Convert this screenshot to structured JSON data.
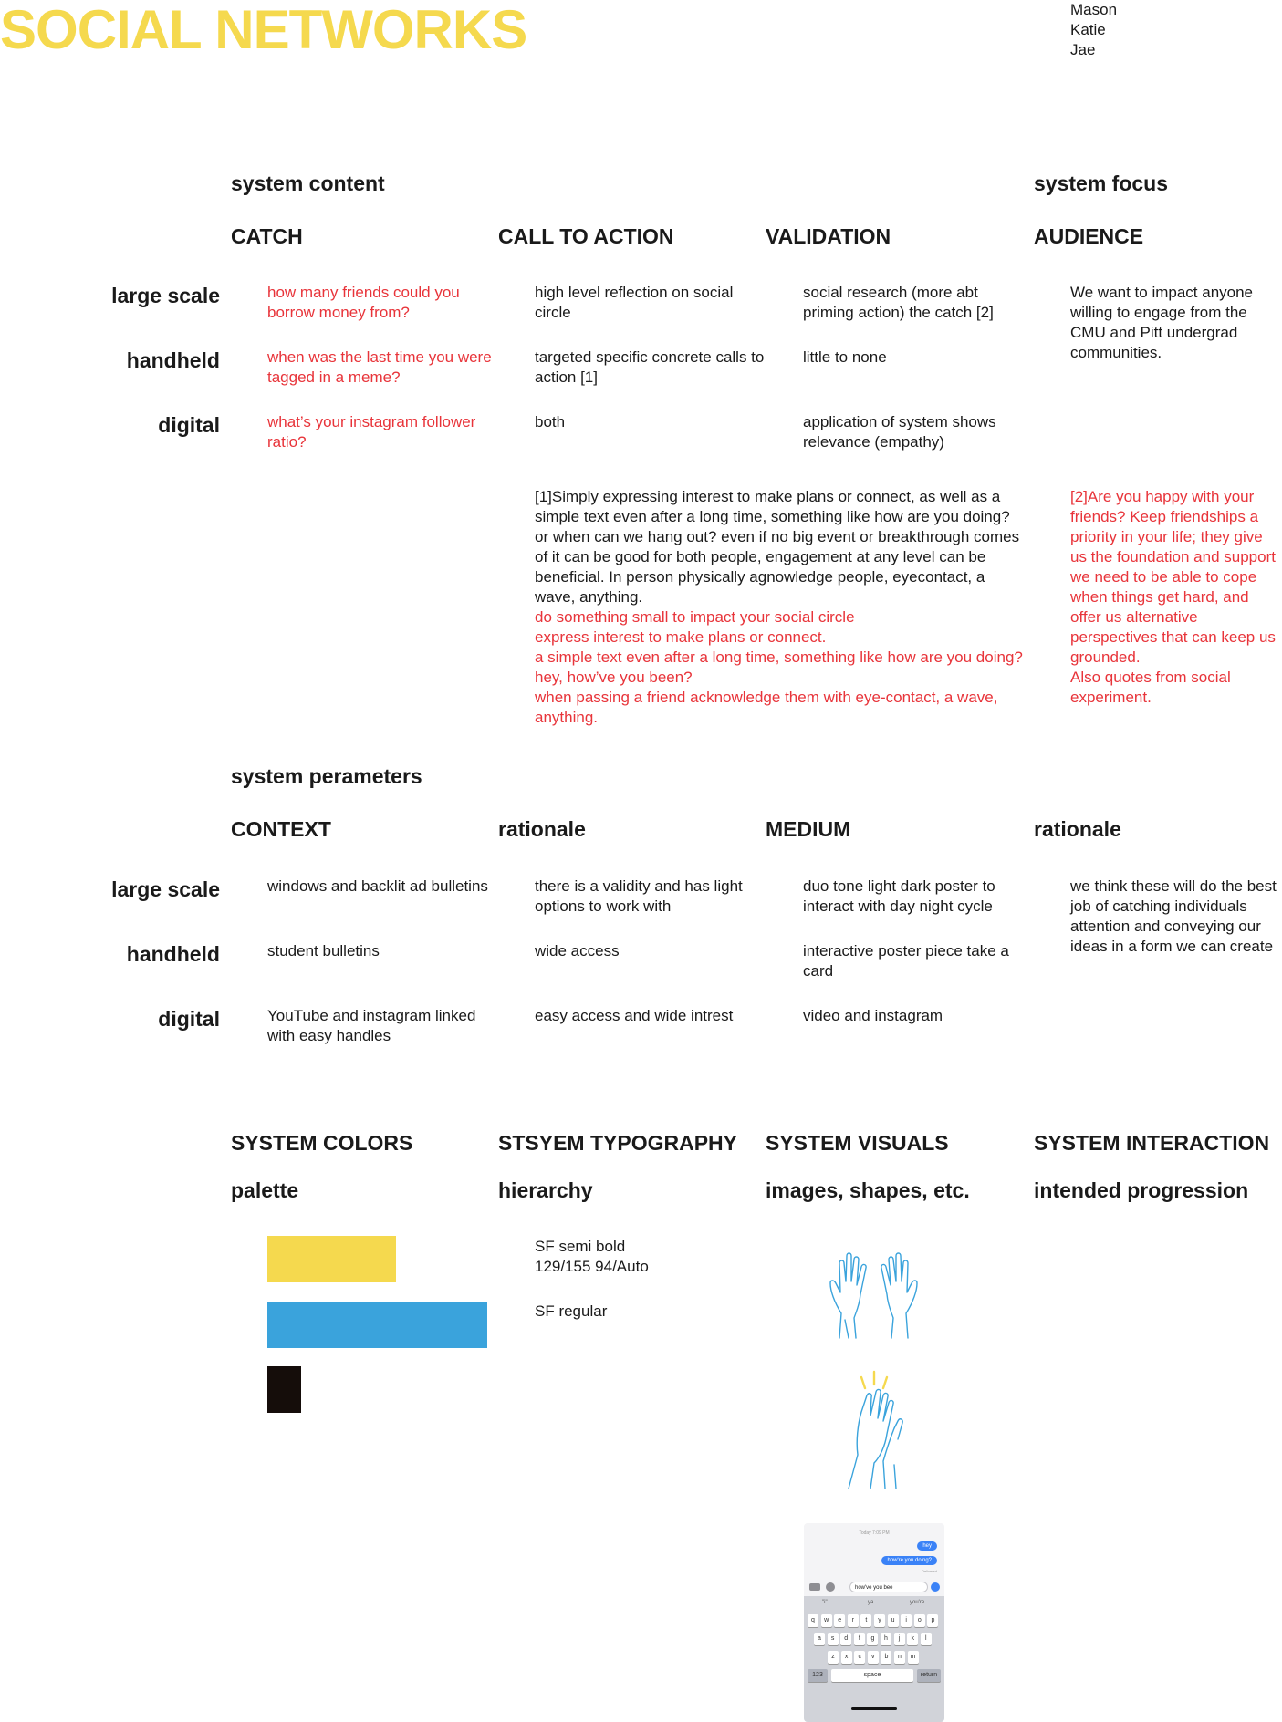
{
  "header": {
    "title": "SOCIAL NETWORKS",
    "authors": [
      "Mason",
      "Katie",
      "Jae"
    ]
  },
  "content_section": {
    "label": "system content",
    "focus_label": "system focus",
    "columns": [
      "CATCH",
      "CALL TO ACTION",
      "VALIDATION",
      "AUDIENCE"
    ],
    "rows": [
      {
        "label": "large scale",
        "catch": "how many friends could you borrow money from?",
        "cta": "high level reflection on social circle",
        "validation": "social research  (more abt priming action) the catch [2]"
      },
      {
        "label": "handheld",
        "catch": "when was the last time you were tagged in a meme?",
        "cta": "targeted specific concrete calls to action [1]",
        "validation": "little to none"
      },
      {
        "label": "digital",
        "catch": "what’s your instagram follower ratio?",
        "cta": "both",
        "validation": "application of system shows relevance (empathy)"
      }
    ],
    "audience": "We want to impact anyone willing to engage from the CMU and Pitt undergrad communities.",
    "note1_black": "[1]Simply expressing interest to make plans or connect, as well as a simple text even after a long time, something like how are you doing? or when can we hang out? even if no big event or breakthrough comes of it can be good for both people, engagement at any level can be beneficial. In person physically agnowledge people, eyecontact, a wave, anything.",
    "note1_red": [
      "do something small to impact your social circle",
      "express interest to make plans or connect.",
      "a simple text even after a long time, something like how are you doing? hey, how’ve you been?",
      "when passing a friend acknowledge them with eye-contact, a wave, anything."
    ],
    "note2_red": "[2]Are you happy with your friends? Keep friendships a priority in your life; they give us the foundation and support we need to be able to cope when things get hard, and offer us alternative perspectives that can keep us grounded.\nAlso quotes from social experiment."
  },
  "parameters_section": {
    "label": "system perameters",
    "columns": [
      "CONTEXT",
      "rationale",
      "MEDIUM",
      "rationale"
    ],
    "rows": [
      {
        "label": "large scale",
        "context": "windows and backlit ad bulletins",
        "rationale": "there is a validity and has light options to work with",
        "medium": "duo tone light dark poster to interact with day night cycle"
      },
      {
        "label": "handheld",
        "context": "student bulletins",
        "rationale": "wide access",
        "medium": "interactive poster piece take a card"
      },
      {
        "label": "digital",
        "context": "YouTube and instagram linked with easy handles",
        "rationale": "easy access and wide intrest",
        "medium": "video and instagram"
      }
    ],
    "medium_rationale": "we think these will do the best job of catching individuals attention and conveying our ideas in a form we can create"
  },
  "system_section": {
    "columns": [
      {
        "title": "SYSTEM COLORS",
        "sub": "palette"
      },
      {
        "title": "STSYEM TYPOGRAPHY",
        "sub": "hierarchy"
      },
      {
        "title": "SYSTEM VISUALS",
        "sub": "images, shapes, etc."
      },
      {
        "title": "SYSTEM INTERACTION",
        "sub": "intended progression"
      }
    ],
    "palette": [
      "#f5d94e",
      "#3aa3dc",
      "#150d0a"
    ],
    "typography": {
      "style1": "SF semi bold",
      "style1_spec": "129/155 94/Auto",
      "style2": "SF regular"
    },
    "visuals": [
      "hands-apart-illustration",
      "high-five-illustration"
    ],
    "phone": {
      "timestamp": "Today 7:09 PM",
      "bubbles": [
        "hey",
        "how're you doing?"
      ],
      "delivered": "Delivered",
      "input": "how've you bee",
      "suggestions": [
        "\"i\"",
        "ya",
        "you're"
      ],
      "row1": [
        "q",
        "w",
        "e",
        "r",
        "t",
        "y",
        "u",
        "i",
        "o",
        "p"
      ],
      "row2": [
        "a",
        "s",
        "d",
        "f",
        "g",
        "h",
        "j",
        "k",
        "l"
      ],
      "row3": [
        "z",
        "x",
        "c",
        "v",
        "b",
        "n",
        "m"
      ],
      "key_123": "123",
      "key_space": "space",
      "key_return": "return"
    }
  }
}
